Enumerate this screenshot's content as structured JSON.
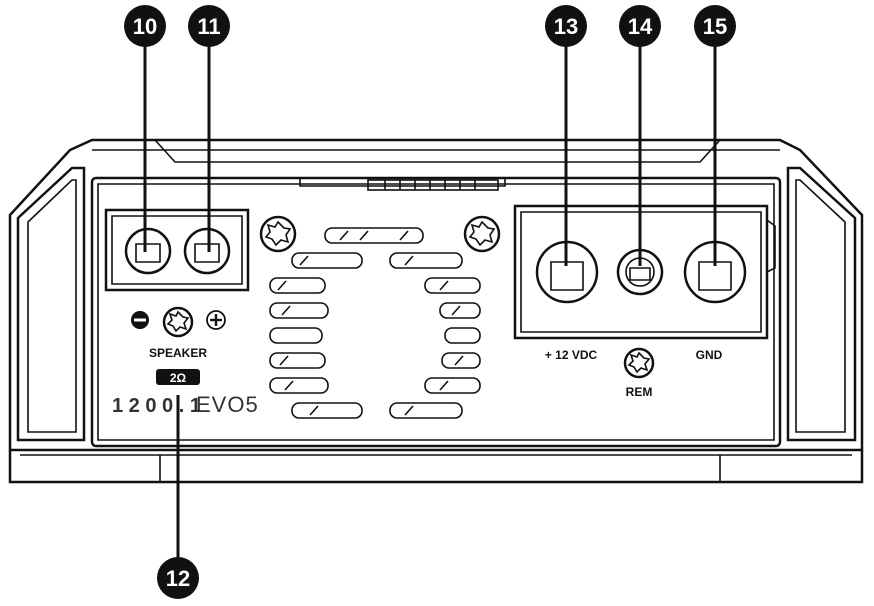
{
  "callouts": [
    {
      "id": "c10",
      "number": "10"
    },
    {
      "id": "c11",
      "number": "11"
    },
    {
      "id": "c12",
      "number": "12"
    },
    {
      "id": "c13",
      "number": "13"
    },
    {
      "id": "c14",
      "number": "14"
    },
    {
      "id": "c15",
      "number": "15"
    }
  ],
  "labels": {
    "speaker": "SPEAKER",
    "impedance": "2Ω",
    "plus12vdc": "+ 12 VDC",
    "gnd": "GND",
    "rem": "REM",
    "model_number": "1 2 0 0 . 1",
    "model_series": "EVO5",
    "minus_sign": "−",
    "plus_sign": "+"
  },
  "colors": {
    "line": "#111111",
    "callout_fill": "#111111",
    "callout_text": "#ffffff",
    "background": "#ffffff"
  }
}
